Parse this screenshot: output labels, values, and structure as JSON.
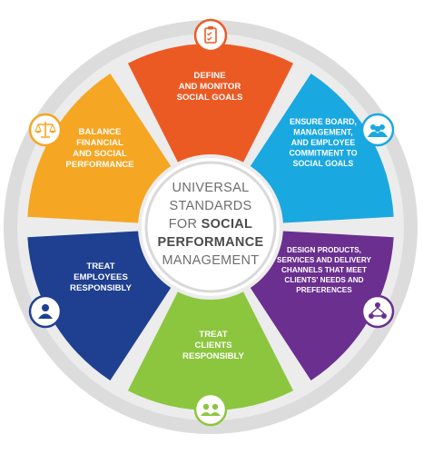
{
  "center": {
    "line1": "UNIVERSAL",
    "line2": "STANDARDS",
    "line3_prefix": "FOR",
    "line3_bold": "SOCIAL",
    "line4": "PERFORMANCE",
    "line5": "MANAGEMENT"
  },
  "segments": [
    {
      "id": "define",
      "color": "#ec5a24",
      "icon": "clipboard-icon",
      "lines": [
        "DEFINE",
        "AND MONITOR",
        "SOCIAL GOALS"
      ]
    },
    {
      "id": "board",
      "color": "#1aa8e0",
      "icon": "people-group-icon",
      "lines": [
        "ENSURE BOARD,",
        "MANAGEMENT,",
        "AND EMPLOYEE",
        "COMMITMENT TO",
        "SOCIAL GOALS"
      ]
    },
    {
      "id": "design",
      "color": "#6a2f8f",
      "icon": "network-icon",
      "lines": [
        "DESIGN PRODUCTS,",
        "SERVICES AND DELIVERY",
        "CHANNELS THAT MEET",
        "CLIENTS' NEEDS AND",
        "PREFERENCES"
      ]
    },
    {
      "id": "clients",
      "color": "#8cc63f",
      "icon": "clients-icon",
      "lines": [
        "TREAT",
        "CLIENTS",
        "RESPONSIBLY"
      ]
    },
    {
      "id": "employees",
      "color": "#1f3f91",
      "icon": "employee-icon",
      "lines": [
        "TREAT",
        "EMPLOYEES",
        "RESPONSIBLY"
      ]
    },
    {
      "id": "balance",
      "color": "#f5a623",
      "icon": "scales-icon",
      "lines": [
        "BALANCE",
        "FINANCIAL",
        "AND SOCIAL",
        "PERFORMANCE"
      ]
    }
  ],
  "colors": {
    "ring": "#dcdcdc",
    "hub_border": "#d9d9d9"
  }
}
